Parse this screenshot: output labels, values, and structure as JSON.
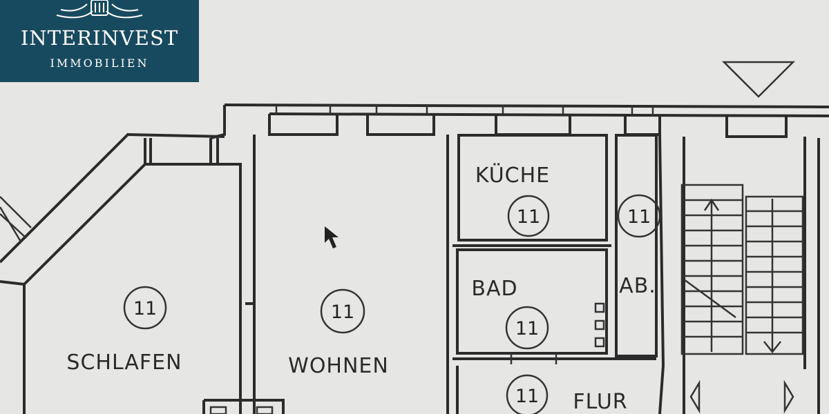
{
  "logo": {
    "name": "INTERINVEST",
    "subtitle": "IMMOBILIEN"
  },
  "rooms": {
    "kueche": {
      "label": "KÜCHE",
      "number": "11"
    },
    "ab": {
      "label": "AB.",
      "number": "11"
    },
    "bad": {
      "label": "BAD",
      "number": "11"
    },
    "schlafen": {
      "label": "SCHLAFEN",
      "number": "11"
    },
    "wohnen": {
      "label": "WOHNEN",
      "number": "11"
    },
    "flur": {
      "label": "FLUR",
      "number": "11"
    }
  },
  "colors": {
    "logo_bg": "#184a5f",
    "paper": "#e6e6e4",
    "ink": "#2b2b2b"
  }
}
